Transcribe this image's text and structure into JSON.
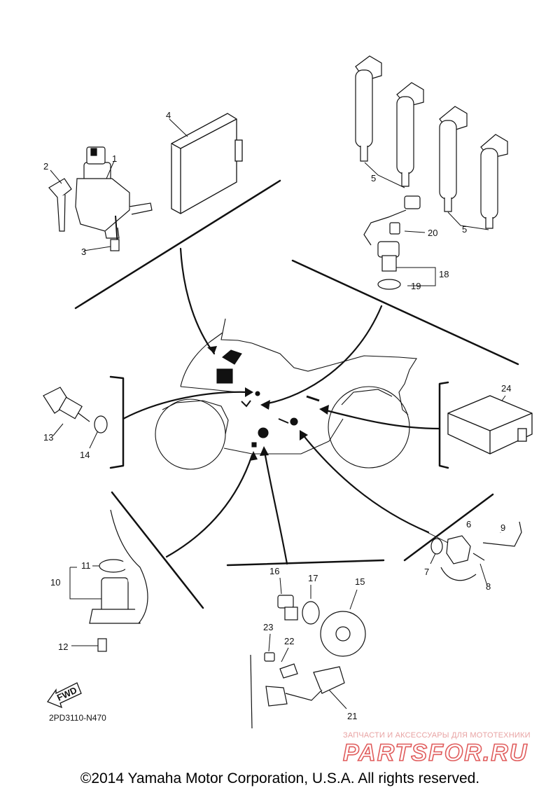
{
  "diagram": {
    "callouts": {
      "c1": "1",
      "c2": "2",
      "c3": "3",
      "c4": "4",
      "c5a": "5",
      "c5b": "5",
      "c6": "6",
      "c7": "7",
      "c8": "8",
      "c9": "9",
      "c10": "10",
      "c11": "11",
      "c12": "12",
      "c13": "13",
      "c14": "14",
      "c15": "15",
      "c16": "16",
      "c17": "17",
      "c18": "18",
      "c19": "19",
      "c20": "20",
      "c21": "21",
      "c22": "22",
      "c23": "23",
      "c24": "24"
    },
    "fwd_label": "FWD",
    "diagram_code": "2PD3110-N470"
  },
  "watermark": {
    "subtitle": "ЗАПЧАСТИ И АКСЕССУАРЫ ДЛЯ МОТОТЕХНИКИ",
    "logo_text": "PARTSFOR.RU",
    "color": "#e05c5c"
  },
  "footer": {
    "copyright": "©2014 Yamaha Motor Corporation, U.S.A. All rights reserved."
  }
}
